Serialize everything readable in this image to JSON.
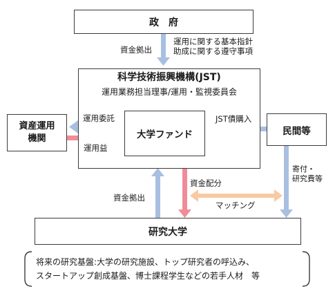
{
  "nodes": {
    "government": "政　府",
    "jst": "科学技術振興機構(JST)",
    "jst_sub": "運用業務担当理事/運用・監視委員会",
    "fund": "大学ファンド",
    "asset_manager": "資産運用\n機関",
    "private": "民間等",
    "university": "研究大学",
    "note": "将来の研究基盤:大学の研究施設、トップ研究者の呼込み、\nスタートアップ創成基盤、博士課程学生などの若手人材　等"
  },
  "labels": {
    "gov_funding": "資金拠出",
    "gov_guidance": "運用に関する基本指針\n助成に関する遵守事項",
    "investment_mandate": "運用委託",
    "investment_return": "運用益",
    "jst_bond": "JST債購入",
    "donation": "寄付・\n研究費等",
    "univ_funding": "資金拠出",
    "fund_allocation": "資金配分",
    "matching": "マッチング"
  },
  "colors": {
    "blue_arrow": "#a9bfe0",
    "red_arrow": "#ee8d98",
    "orange_arrow": "#f7caa3",
    "border": "#3a3a3a"
  }
}
